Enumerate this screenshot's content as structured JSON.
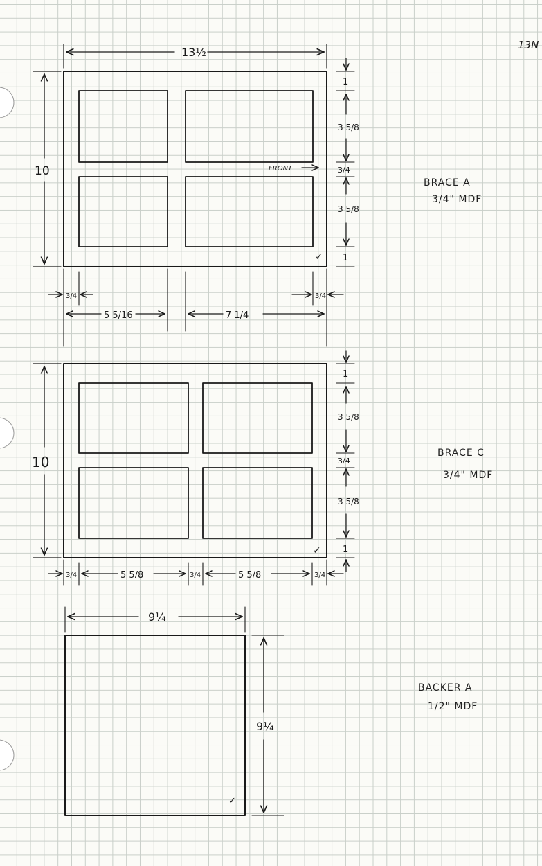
{
  "page_id": "13N",
  "parts": [
    {
      "name": "BRACE A",
      "material": "3/4\" MDF",
      "width": "13½",
      "height": "10",
      "front_note": "FRONT",
      "corner_mark": "✓",
      "vertical_dims": {
        "top_rail": "1",
        "pane_top": "3 5/8",
        "mid_rail": "3/4",
        "pane_bottom": "3 5/8",
        "bottom_rail": "1"
      },
      "horizontal_dims": {
        "left_stile": "3/4",
        "left_pane": "5 5/16",
        "right_pane": "7 1/4",
        "right_stile": "3/4"
      }
    },
    {
      "name": "BRACE C",
      "material": "3/4\" MDF",
      "height": "10",
      "corner_mark": "✓",
      "vertical_dims": {
        "top_rail": "1",
        "pane_top": "3 5/8",
        "mid_rail": "3/4",
        "pane_bottom": "3 5/8",
        "bottom_rail": "1"
      },
      "horizontal_dims": {
        "left_stile": "3/4",
        "left_pane": "5 5/8",
        "mid_stile": "3/4",
        "right_pane": "5 5/8",
        "right_stile": "3/4"
      }
    },
    {
      "name": "BACKER A",
      "material": "1/2\" MDF",
      "width": "9¼",
      "height": "9¼",
      "corner_mark": "✓"
    }
  ],
  "colors": {
    "ink": "#1a1a1a",
    "paper": "#fbfbf7",
    "grid": "#c9cfc9"
  }
}
